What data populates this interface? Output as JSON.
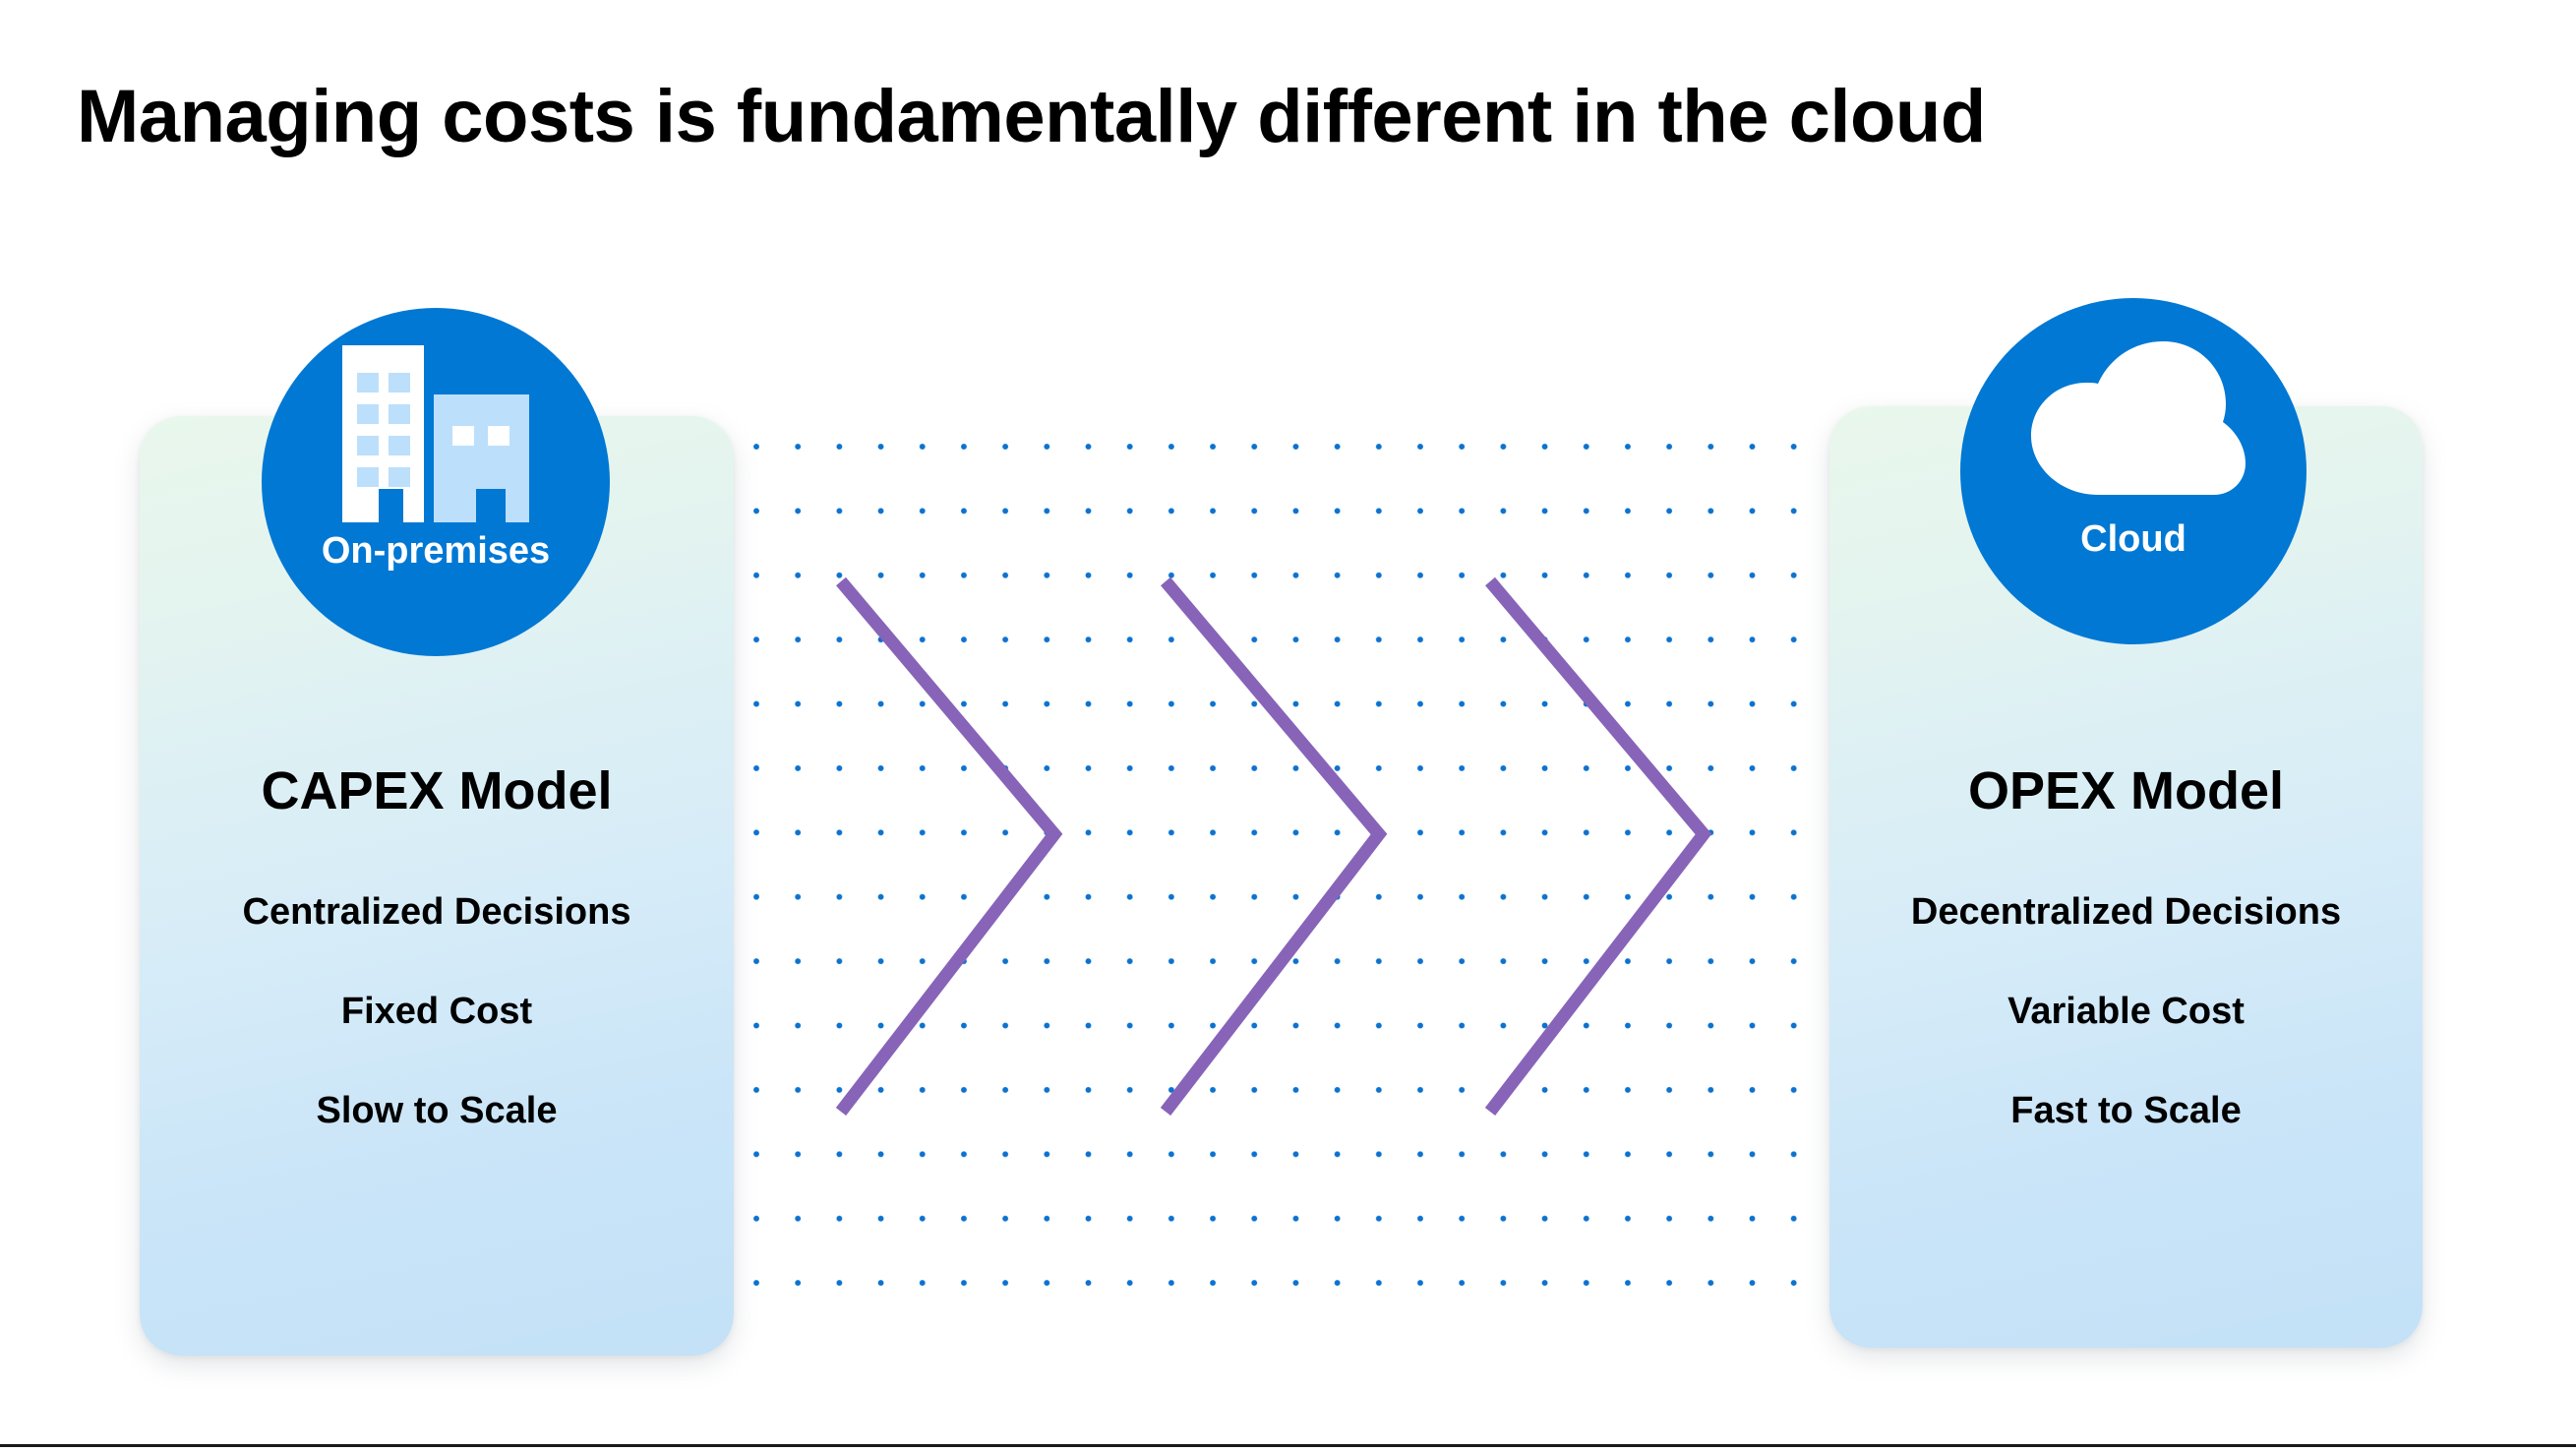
{
  "slide": {
    "title": "Managing costs is fundamentally different in the cloud",
    "background_color": "#ffffff",
    "accent_blue": "#0078D4",
    "dot_color": "#0b72d0",
    "chevron_color": "#8764B8",
    "card_gradient_from": "#e9f7ec",
    "card_gradient_to": "#c3e1f7"
  },
  "left_panel": {
    "badge_label": "On-premises",
    "badge_icon": "office-building-icon",
    "title": "CAPEX Model",
    "attributes": [
      "Centralized Decisions",
      "Fixed Cost",
      "Slow to Scale"
    ]
  },
  "right_panel": {
    "badge_label": "Cloud",
    "badge_icon": "cloud-icon",
    "title": "OPEX Model",
    "attributes": [
      "Decentralized Decisions",
      "Variable Cost",
      "Fast to Scale"
    ]
  },
  "transition": {
    "direction": "left-to-right",
    "chevron_count": 3
  }
}
